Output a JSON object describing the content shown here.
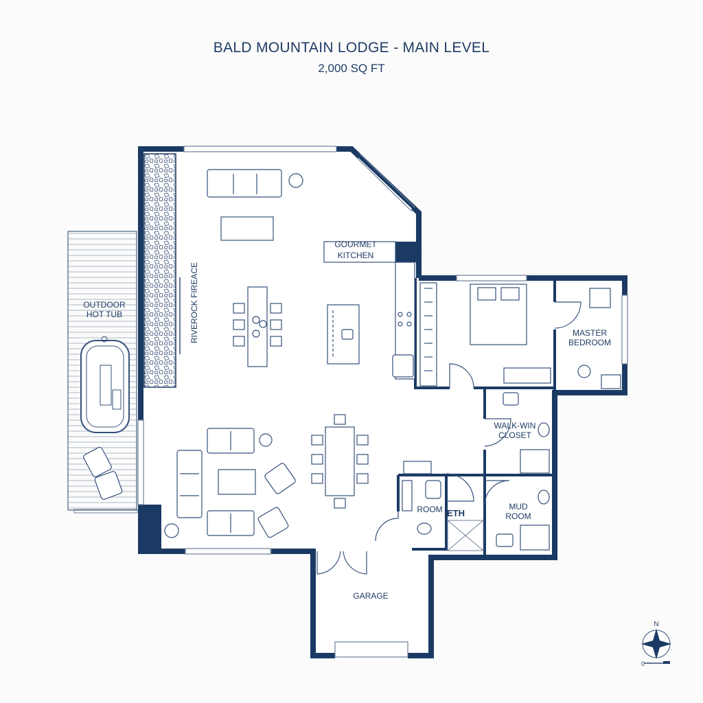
{
  "header": {
    "title": "BALD MOUNTAIN LODGE - MAIN LEVEL",
    "area": "2,000 SQ FT"
  },
  "rooms": {
    "gourmet_kitchen": [
      "GOURMET",
      "KITCHEN"
    ],
    "fireplace": "RIVEROCK FIREACE",
    "outdoor_hot_tub": [
      "OUTDOOR",
      "HOT TUB"
    ],
    "master_bedroom": [
      "MASTER",
      "BEDROOM"
    ],
    "walk_in_closet": [
      "WALK-WIN",
      "CLOSET"
    ],
    "room": "ROOM",
    "eth": "ETH",
    "mud_room": [
      "MUD",
      "ROOM"
    ],
    "garage": "GARAGE"
  },
  "compass": {
    "north": "N",
    "scale_start": "0"
  },
  "colors": {
    "wall": "#1b3a63",
    "line": "#6d7f99",
    "fill": "#ffffff"
  }
}
